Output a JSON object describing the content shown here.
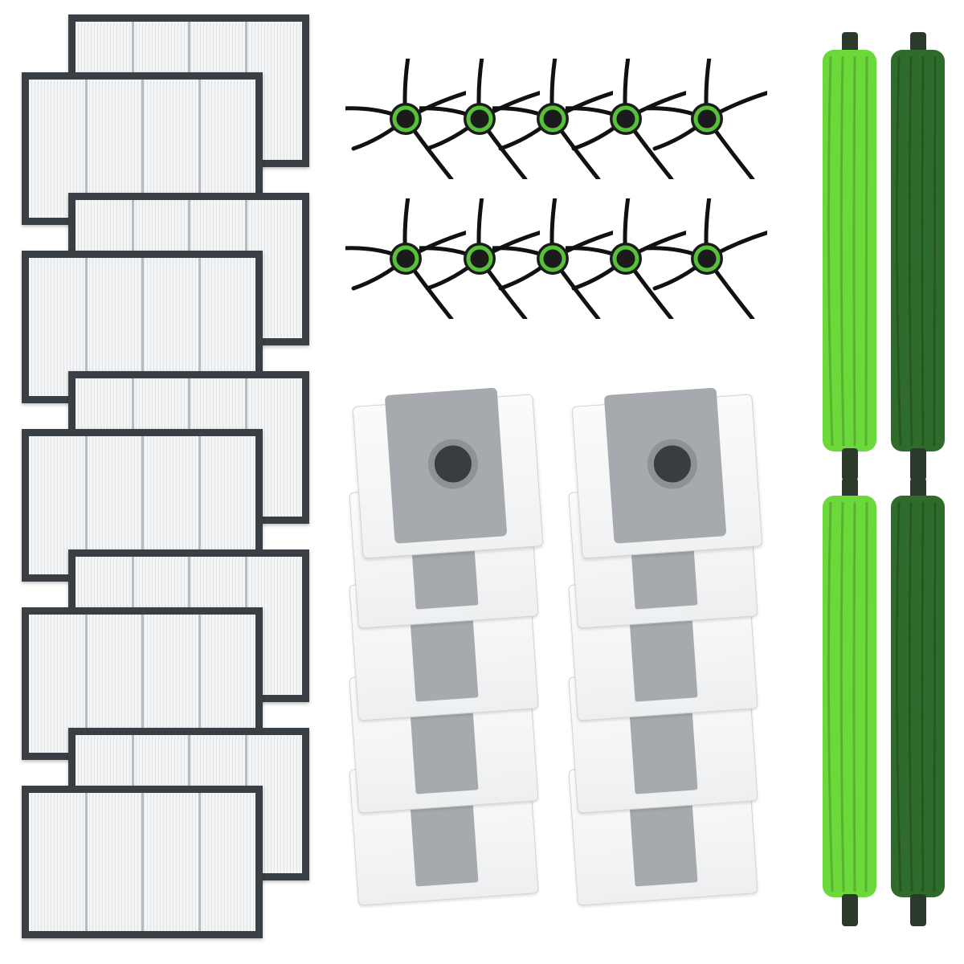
{
  "scene": {
    "components": {
      "hepa_filters": {
        "count": 10
      },
      "side_brushes": {
        "count": 10
      },
      "dust_bags": {
        "count": 10
      },
      "main_rollers": {
        "count": 4
      }
    },
    "colors": {
      "filter_frame": "#3a3f45",
      "filter_media": "#f4f5f6",
      "brush_arm": "#111111",
      "brush_hub": "#57c13a",
      "bag_body": "#f5f6f7",
      "bag_plate": "#a6aaae",
      "roller_light_green": "#6cd93a",
      "roller_dark_green": "#2f6b2a"
    }
  }
}
